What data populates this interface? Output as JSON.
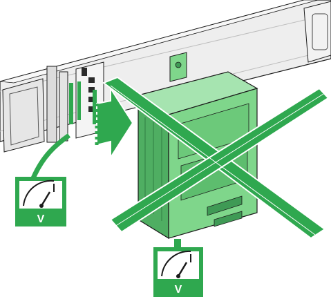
{
  "meters": {
    "left": {
      "label": "V"
    },
    "bottom": {
      "label": "V"
    }
  },
  "colors": {
    "accent_green": "#2fa84f",
    "box_green": "#7fd68b",
    "box_green_dark": "#3f9a55",
    "busway_gray": "#ebebeb",
    "outline": "#1a1a1a",
    "meter_bg": "#ffffff"
  },
  "icons": [
    "busway",
    "tap-off-unit",
    "cross-mark",
    "voltmeter-icon",
    "insertion-arrow"
  ]
}
